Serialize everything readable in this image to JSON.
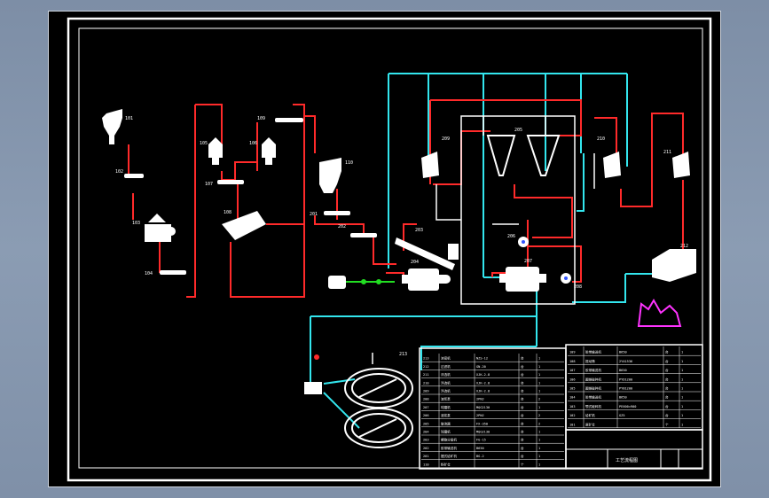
{
  "drawing": {
    "title_block": {
      "drawing_title": "工艺流程图"
    },
    "colors": {
      "background": "#000000",
      "slurry_line": "#ff2a2a",
      "water_line": "#33e6ee",
      "reagent_line": "#22dd22",
      "equipment": "#ffffff",
      "tailings": "#ff33ff"
    },
    "equipment": [
      {
        "tag": "101",
        "name": "原矿仓",
        "icon": "ore-bin-icon"
      },
      {
        "tag": "102",
        "name": "给矿机",
        "icon": "belt-conveyor-icon"
      },
      {
        "tag": "103",
        "name": "颚式破碎机",
        "icon": "jaw-crusher-icon"
      },
      {
        "tag": "104",
        "name": "胶带输送机",
        "icon": "belt-conveyor-icon"
      },
      {
        "tag": "105",
        "name": "圆锥破碎机",
        "icon": "cone-crusher-icon"
      },
      {
        "tag": "106",
        "name": "圆锥破碎机",
        "icon": "cone-crusher-icon"
      },
      {
        "tag": "107",
        "name": "胶带输送机",
        "icon": "belt-conveyor-icon"
      },
      {
        "tag": "108",
        "name": "振动筛",
        "icon": "vibrating-screen-icon"
      },
      {
        "tag": "109",
        "name": "胶带输送机",
        "icon": "belt-conveyor-icon"
      },
      {
        "tag": "110",
        "name": "粉矿仓",
        "icon": "ore-bin-icon"
      },
      {
        "tag": "201",
        "name": "摆式给矿机",
        "icon": "belt-conveyor-icon"
      },
      {
        "tag": "202",
        "name": "胶带输送机",
        "icon": "belt-conveyor-icon"
      },
      {
        "tag": "203",
        "name": "螺旋分级机",
        "icon": "spiral-classifier-icon"
      },
      {
        "tag": "204",
        "name": "球磨机",
        "icon": "ball-mill-icon"
      },
      {
        "tag": "205",
        "name": "旋流器",
        "icon": "hydrocyclone-icon"
      },
      {
        "tag": "206",
        "name": "渣浆泵",
        "icon": "pump-icon"
      },
      {
        "tag": "207",
        "name": "球磨机",
        "icon": "ball-mill-icon"
      },
      {
        "tag": "208",
        "name": "渣浆泵",
        "icon": "pump-icon"
      },
      {
        "tag": "209",
        "name": "浮选机",
        "icon": "flotation-cell-icon"
      },
      {
        "tag": "210",
        "name": "浮选机",
        "icon": "flotation-cell-icon"
      },
      {
        "tag": "211",
        "name": "浮选机",
        "icon": "flotation-cell-icon"
      },
      {
        "tag": "212",
        "name": "过滤机",
        "icon": "filter-icon"
      },
      {
        "tag": "213",
        "name": "浓密机",
        "icon": "thickener-icon"
      }
    ],
    "table_left_rows": [
      [
        "213",
        "浓密机",
        "NZS-12",
        "台",
        "1"
      ],
      [
        "212",
        "过滤机",
        "GN-20",
        "台",
        "1"
      ],
      [
        "211",
        "浮选机",
        "XJK-2.8",
        "台",
        "1"
      ],
      [
        "210",
        "浮选机",
        "XJK-2.8",
        "台",
        "1"
      ],
      [
        "209",
        "浮选机",
        "XJK-2.8",
        "台",
        "1"
      ],
      [
        "208",
        "渣浆泵",
        "2PNJ",
        "台",
        "2"
      ],
      [
        "207",
        "球磨机",
        "MQG2130",
        "台",
        "1"
      ],
      [
        "206",
        "渣浆泵",
        "2PNJ",
        "台",
        "2"
      ],
      [
        "205",
        "旋流器",
        "FX-350",
        "台",
        "2"
      ],
      [
        "204",
        "球磨机",
        "MQG2130",
        "台",
        "1"
      ],
      [
        "203",
        "螺旋分级机",
        "FG-15",
        "台",
        "1"
      ],
      [
        "202",
        "胶带输送机",
        "B650",
        "台",
        "1"
      ],
      [
        "201",
        "摆式给矿机",
        "BG-2",
        "台",
        "1"
      ],
      [
        "110",
        "粉矿仓",
        "",
        "个",
        "1"
      ]
    ],
    "table_right_rows": [
      [
        "109",
        "胶带输送机",
        "B650",
        "台",
        "1"
      ],
      [
        "108",
        "振动筛",
        "2YA1536",
        "台",
        "1"
      ],
      [
        "107",
        "胶带输送机",
        "B650",
        "台",
        "1"
      ],
      [
        "106",
        "圆锥破碎机",
        "PYD1200",
        "台",
        "1"
      ],
      [
        "105",
        "圆锥破碎机",
        "PYB1200",
        "台",
        "1"
      ],
      [
        "104",
        "胶带输送机",
        "B650",
        "台",
        "1"
      ],
      [
        "103",
        "颚式破碎机",
        "PE600×900",
        "台",
        "1"
      ],
      [
        "102",
        "给矿机",
        "GZ5",
        "台",
        "1"
      ],
      [
        "101",
        "原矿仓",
        "",
        "个",
        "1"
      ]
    ]
  }
}
